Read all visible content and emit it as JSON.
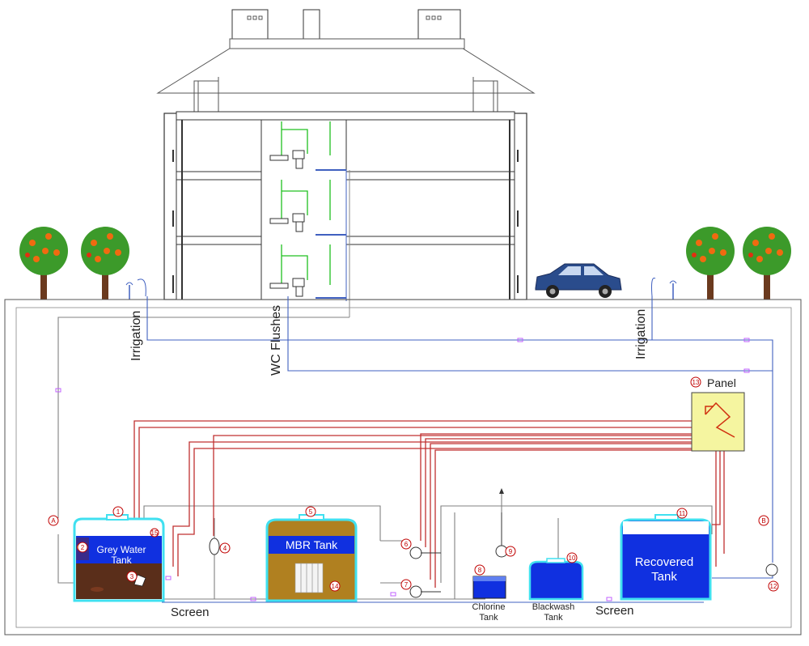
{
  "labels": {
    "irrigation_left": "Irrigation",
    "irrigation_right": "Irrigation",
    "wc_flushes": "WC Flushes",
    "panel": "Panel",
    "grey_water_tank_line1": "Grey Water",
    "grey_water_tank_line2": "Tank",
    "mbr_tank": "MBR Tank",
    "recovered_tank_line1": "Recovered",
    "recovered_tank_line2": "Tank",
    "chlorine_tank_line1": "Chlorine",
    "chlorine_tank_line2": "Tank",
    "blackwash_tank_line1": "Blackwash",
    "blackwash_tank_line2": "Tank",
    "screen_left": "Screen",
    "screen_right": "Screen",
    "marker_a": "A",
    "marker_b": "B"
  },
  "markers": [
    "1",
    "2",
    "3",
    "4",
    "5",
    "6",
    "7",
    "8",
    "9",
    "10",
    "11",
    "12",
    "13",
    "14",
    "15"
  ],
  "colors": {
    "tank_outline": "#40e0f0",
    "tank_water": "#1030e0",
    "sludge": "#5a2e1a",
    "mbr_fill": "#b08020",
    "red_pipe": "#c03030",
    "blue_pipe": "#4060c0",
    "grey_pipe": "#808080",
    "green_pipe": "#20c020",
    "panel_fill": "#f5f5a0"
  }
}
